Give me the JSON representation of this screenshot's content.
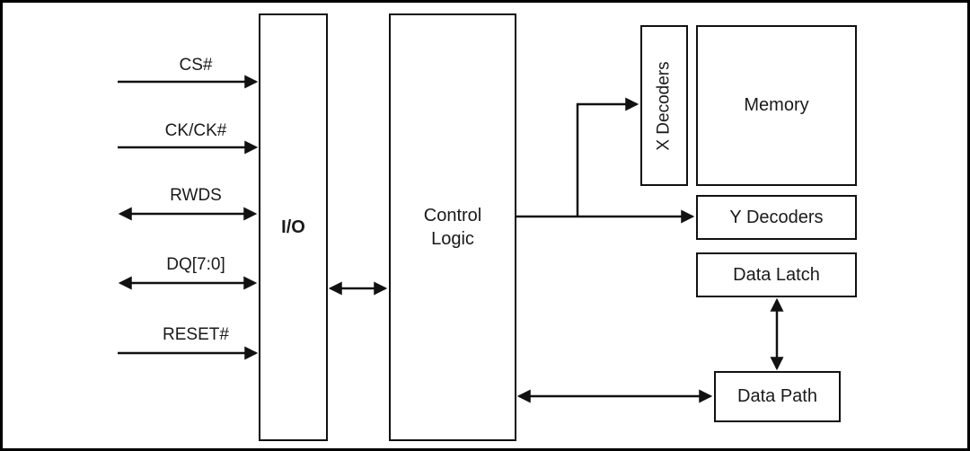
{
  "diagram": {
    "signals": [
      {
        "label": "CS#",
        "direction": "input"
      },
      {
        "label": "CK/CK#",
        "direction": "input"
      },
      {
        "label": "RWDS",
        "direction": "bidirectional"
      },
      {
        "label": "DQ[7:0]",
        "direction": "bidirectional"
      },
      {
        "label": "RESET#",
        "direction": "input"
      }
    ],
    "blocks": {
      "io": {
        "label": "I/O"
      },
      "control": {
        "label": "Control Logic"
      },
      "x_decoders": {
        "label": "X Decoders"
      },
      "memory": {
        "label": "Memory"
      },
      "y_decoders": {
        "label": "Y Decoders"
      },
      "data_latch": {
        "label": "Data Latch"
      },
      "data_path": {
        "label": "Data Path"
      }
    },
    "colors": {
      "line": "#111111",
      "background": "#ffffff",
      "text": "#1a1a1a"
    }
  }
}
